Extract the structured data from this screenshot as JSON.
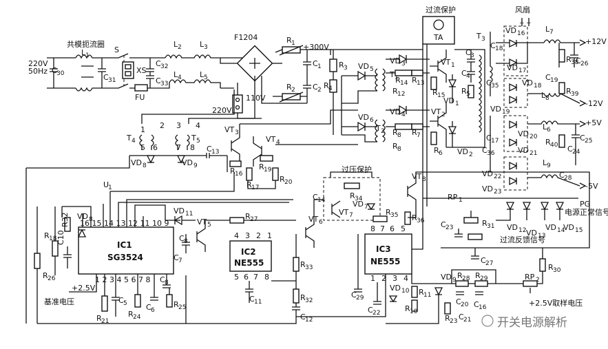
{
  "labels": {
    "common_mode_choke": "共模扼流圈",
    "mains": "220V",
    "mains_freq": "50Hz",
    "overcurrent_protection": "过流保护",
    "fan": "风扇",
    "overvoltage_protection": "过压保护",
    "ref_voltage": "基准电压",
    "ref_value": "+2.5V",
    "overcurrent_feedback": "过流反馈信号",
    "sample_voltage": "+2.5V取样电压",
    "pg_label": "PG",
    "pg_signal": "电源正常信号",
    "sel_220": "220V",
    "sel_110": "110V",
    "rail_300": "+300V",
    "ta": "TA"
  },
  "outputs": {
    "p12": "+12V",
    "n12": "-12V",
    "p5": "+5V",
    "n5": "-5V"
  },
  "ics": {
    "ic1_ref": "IC1",
    "ic1_name": "SG3524",
    "ic1_pins": "16 15 14 13 12 11 10 9",
    "ic1_pins_bottom": "1 2 3 4 5 6 7 8",
    "ic2_ref": "IC2",
    "ic2_name": "NE555",
    "ic3_ref": "IC3",
    "ic3_name": "NE555"
  },
  "components": {
    "input": [
      "C30",
      "L1",
      "C31",
      "S",
      "XS",
      "FU",
      "C32",
      "C33",
      "L2",
      "L3",
      "L4",
      "L5",
      "F1204",
      "R1",
      "C1",
      "R2",
      "C2"
    ],
    "primary": [
      "R3",
      "R4",
      "VD5",
      "VD6",
      "VD3",
      "VD4",
      "T1",
      "T2",
      "R12",
      "R13",
      "R14",
      "R7",
      "R8",
      "VT1",
      "VT2",
      "R15",
      "R6",
      "VD1",
      "VD2",
      "C3",
      "C4",
      "R5",
      "T3"
    ],
    "secondary": [
      "C18",
      "C35",
      "VD16",
      "VD17",
      "VD18",
      "VD19",
      "L7",
      "C19",
      "L8",
      "R38",
      "C26",
      "R39",
      "C17",
      "C36",
      "VD20",
      "VD21",
      "VD22",
      "VD23",
      "L6",
      "L9",
      "R40",
      "C24",
      "C25",
      "C28"
    ],
    "drive": [
      "T4",
      "T5",
      "VD8",
      "VD9",
      "C13",
      "VT3",
      "VT4",
      "R16",
      "R17",
      "R19",
      "R20",
      "U1"
    ],
    "control": [
      "R32",
      "VD8",
      "C10",
      "R18",
      "R26",
      "R21",
      "C5",
      "R24",
      "C6",
      "C8",
      "R25",
      "VD11",
      "VT5",
      "C8",
      "C7",
      "R27",
      "R33",
      "C11",
      "R32",
      "C12",
      "C14",
      "R34",
      "VD7",
      "VT7",
      "VT6",
      "VT8",
      "R35",
      "R36",
      "C29",
      "C22",
      "VD10",
      "R11",
      "R10",
      "VD9",
      "R28",
      "R29",
      "C20",
      "C16",
      "R23",
      "C21",
      "C23",
      "RP1",
      "R31",
      "C27",
      "RP2",
      "R30",
      "VD12",
      "VD13",
      "VD14",
      "VD15"
    ]
  },
  "watermark": "开关电源解析"
}
